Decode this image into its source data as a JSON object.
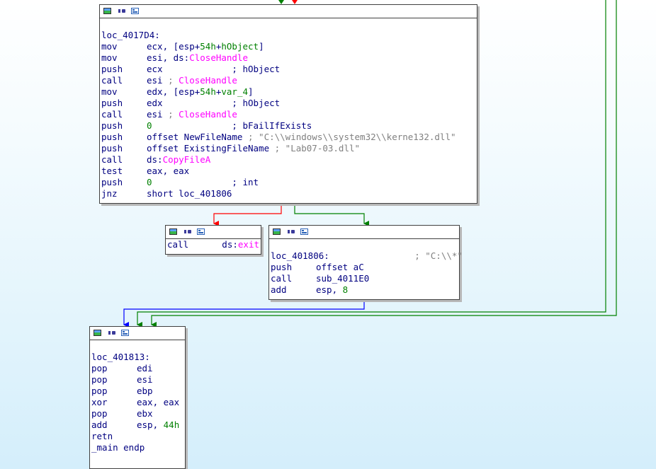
{
  "colors": {
    "mnemonic": "#000080",
    "import": "#ff00ff",
    "number": "#008000",
    "string_comment": "#808080",
    "edge_true": "#008000",
    "edge_false": "#ff0000",
    "edge_unconditional": "#0000ff"
  },
  "icons": [
    "graph-color-icon",
    "node-rename-icon",
    "node-list-icon"
  ],
  "block1": {
    "label": "loc_4017D4:",
    "lines": [
      {
        "mn": "mov",
        "parts": [
          [
            "plain",
            "ecx, [esp+"
          ],
          [
            "num",
            "54h"
          ],
          [
            "plain",
            "+"
          ],
          [
            "num",
            "hObject"
          ],
          [
            "plain",
            "]"
          ]
        ]
      },
      {
        "mn": "mov",
        "parts": [
          [
            "plain",
            "esi, ds:"
          ],
          [
            "imp",
            "CloseHandle"
          ]
        ]
      },
      {
        "mn": "push",
        "parts": [
          [
            "plain",
            "ecx             "
          ],
          [
            "cmt",
            "; hObject"
          ]
        ]
      },
      {
        "mn": "call",
        "parts": [
          [
            "plain",
            "esi "
          ],
          [
            "str",
            "; "
          ],
          [
            "imp",
            "CloseHandle"
          ]
        ]
      },
      {
        "mn": "mov",
        "parts": [
          [
            "plain",
            "edx, [esp+"
          ],
          [
            "num",
            "54h"
          ],
          [
            "plain",
            "+"
          ],
          [
            "num",
            "var_4"
          ],
          [
            "plain",
            "]"
          ]
        ]
      },
      {
        "mn": "push",
        "parts": [
          [
            "plain",
            "edx             "
          ],
          [
            "cmt",
            "; hObject"
          ]
        ]
      },
      {
        "mn": "call",
        "parts": [
          [
            "plain",
            "esi "
          ],
          [
            "str",
            "; "
          ],
          [
            "imp",
            "CloseHandle"
          ]
        ]
      },
      {
        "mn": "push",
        "parts": [
          [
            "num",
            "0"
          ],
          [
            "plain",
            "               "
          ],
          [
            "cmt",
            "; bFailIfExists"
          ]
        ]
      },
      {
        "mn": "push",
        "parts": [
          [
            "plain",
            "offset NewFileName "
          ],
          [
            "str",
            "; \"C:\\\\windows\\\\system32\\\\kerne132.dll\""
          ]
        ]
      },
      {
        "mn": "push",
        "parts": [
          [
            "plain",
            "offset ExistingFileName "
          ],
          [
            "str",
            "; \"Lab07-03.dll\""
          ]
        ]
      },
      {
        "mn": "call",
        "parts": [
          [
            "plain",
            "ds:"
          ],
          [
            "imp",
            "CopyFileA"
          ]
        ]
      },
      {
        "mn": "test",
        "parts": [
          [
            "plain",
            "eax, eax"
          ]
        ]
      },
      {
        "mn": "push",
        "parts": [
          [
            "num",
            "0"
          ],
          [
            "plain",
            "               "
          ],
          [
            "cmt",
            "; int"
          ]
        ]
      },
      {
        "mn": "jnz",
        "parts": [
          [
            "plain",
            "short loc_401806"
          ]
        ]
      }
    ]
  },
  "block2": {
    "lines": [
      {
        "mn": "call",
        "parts": [
          [
            "plain",
            "  ds:"
          ],
          [
            "imp",
            "exit"
          ]
        ]
      }
    ]
  },
  "block3": {
    "label": "loc_401806:",
    "label_comment": "                ; \"C:\\\\*\"",
    "lines": [
      {
        "mn": "push",
        "parts": [
          [
            "plain",
            "offset aC"
          ]
        ]
      },
      {
        "mn": "call",
        "parts": [
          [
            "plain",
            "sub_4011E0"
          ]
        ]
      },
      {
        "mn": "add",
        "parts": [
          [
            "plain",
            "esp, "
          ],
          [
            "num",
            "8"
          ]
        ]
      }
    ]
  },
  "block4": {
    "label": "loc_401813:",
    "lines": [
      {
        "mn": "pop",
        "parts": [
          [
            "plain",
            "edi"
          ]
        ]
      },
      {
        "mn": "pop",
        "parts": [
          [
            "plain",
            "esi"
          ]
        ]
      },
      {
        "mn": "pop",
        "parts": [
          [
            "plain",
            "ebp"
          ]
        ]
      },
      {
        "mn": "xor",
        "parts": [
          [
            "plain",
            "eax, eax"
          ]
        ]
      },
      {
        "mn": "pop",
        "parts": [
          [
            "plain",
            "ebx"
          ]
        ]
      },
      {
        "mn": "add",
        "parts": [
          [
            "plain",
            "esp, "
          ],
          [
            "num",
            "44h"
          ]
        ]
      },
      {
        "mn": "retn",
        "parts": []
      },
      {
        "mn": "_main endp",
        "parts": []
      }
    ]
  }
}
